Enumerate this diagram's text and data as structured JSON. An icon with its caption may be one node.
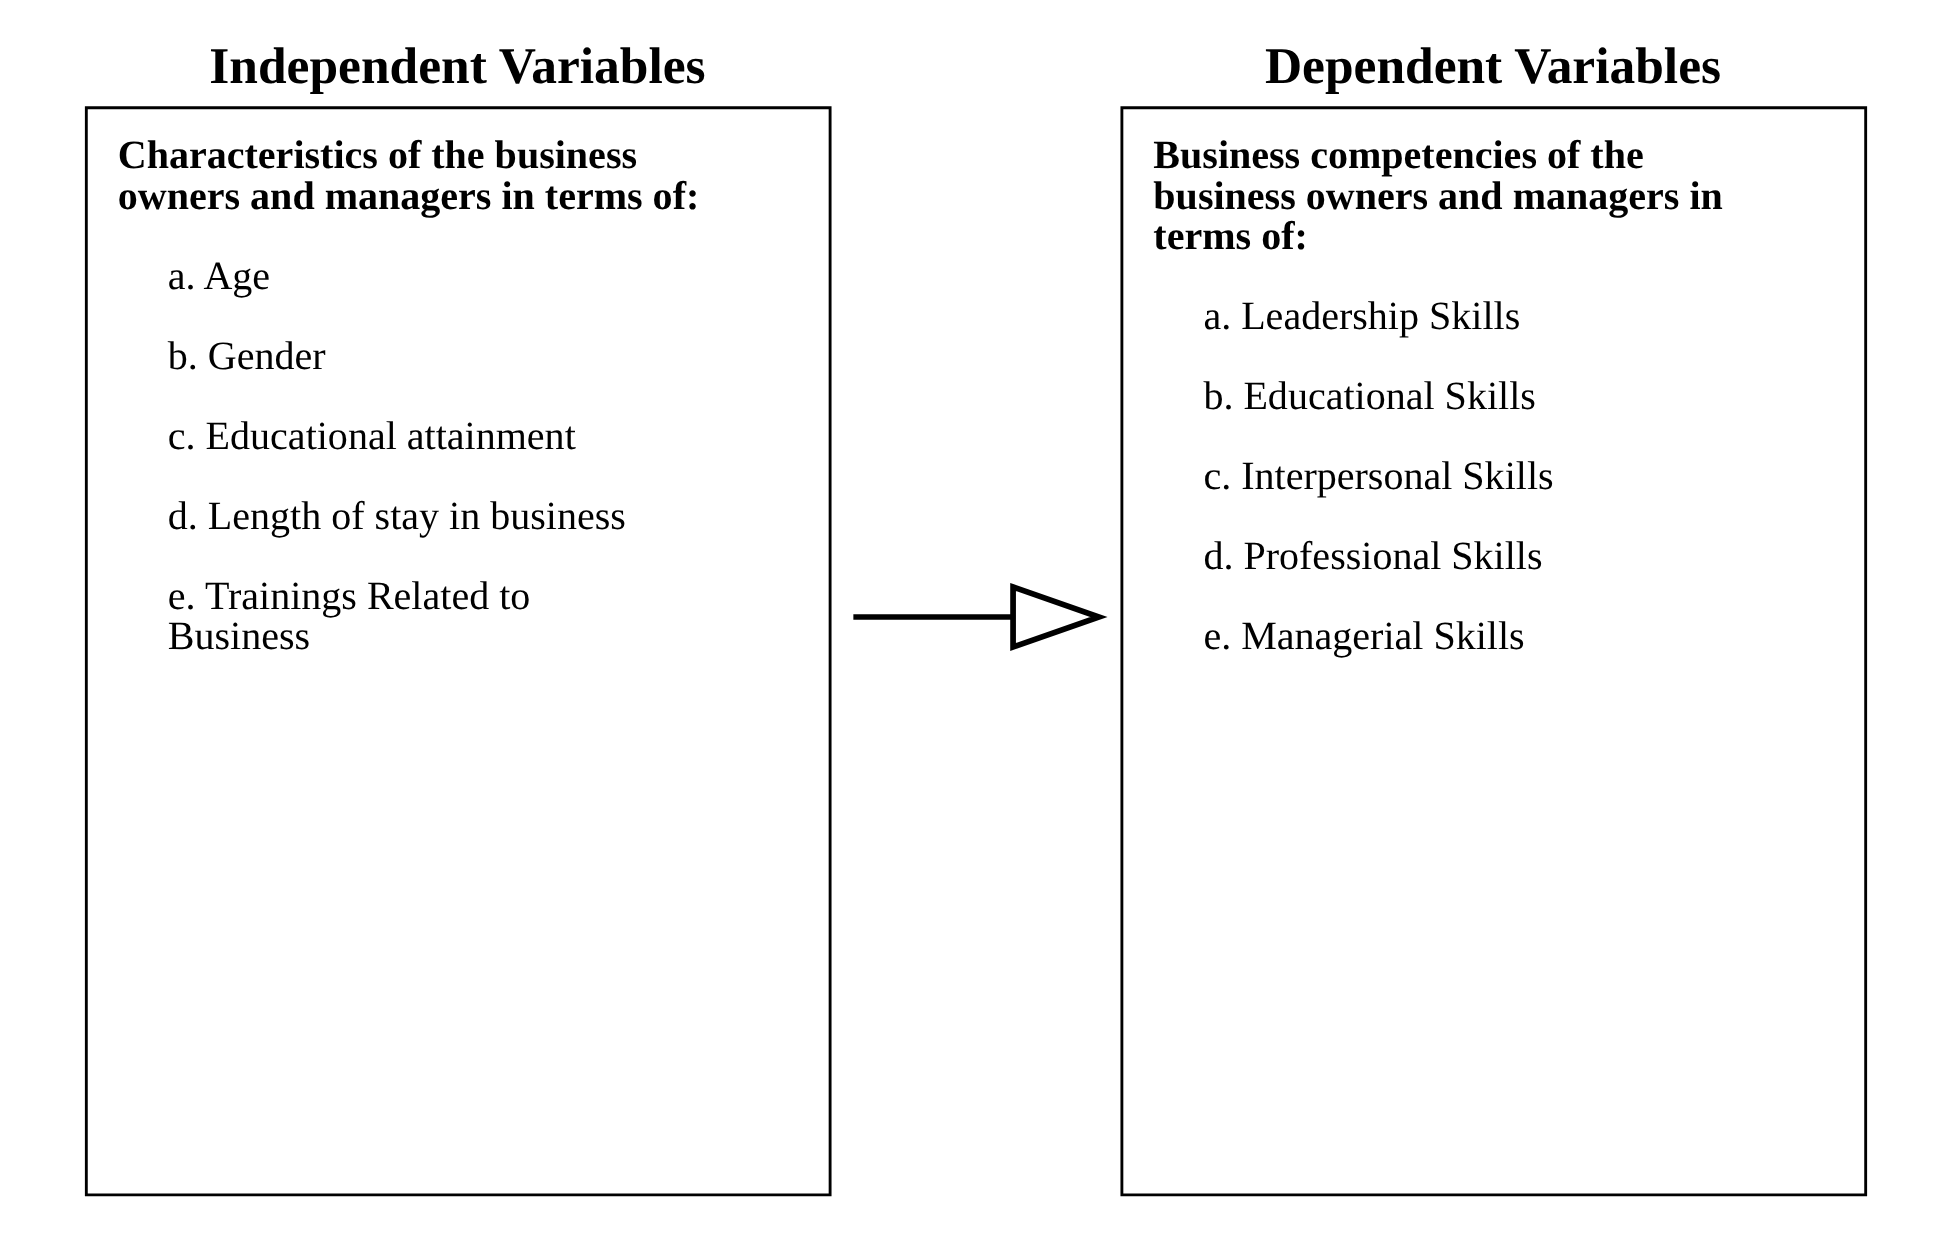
{
  "diagram": {
    "nodes": [
      {
        "text": [
          "Independent Variables",
          "Characteristics of the business owners and managers in terms of:",
          "a. Age",
          "b. Gender",
          "c. Educational attainment",
          "d. Length of stay in business",
          "e. Trainings Related to Business"
        ]
      },
      {
        "text": [
          "Dependent Variables",
          "Business competencies of the business owners and managers in terms of:",
          "a. Leadership Skills",
          "b. Educational Skills",
          "c. Interpersonal Skills",
          "d. Professional Skills",
          "e. Managerial Skills"
        ]
      }
    ],
    "edges": [
      {
        "from": 0,
        "to": 1,
        "arrow": "to"
      }
    ]
  }
}
